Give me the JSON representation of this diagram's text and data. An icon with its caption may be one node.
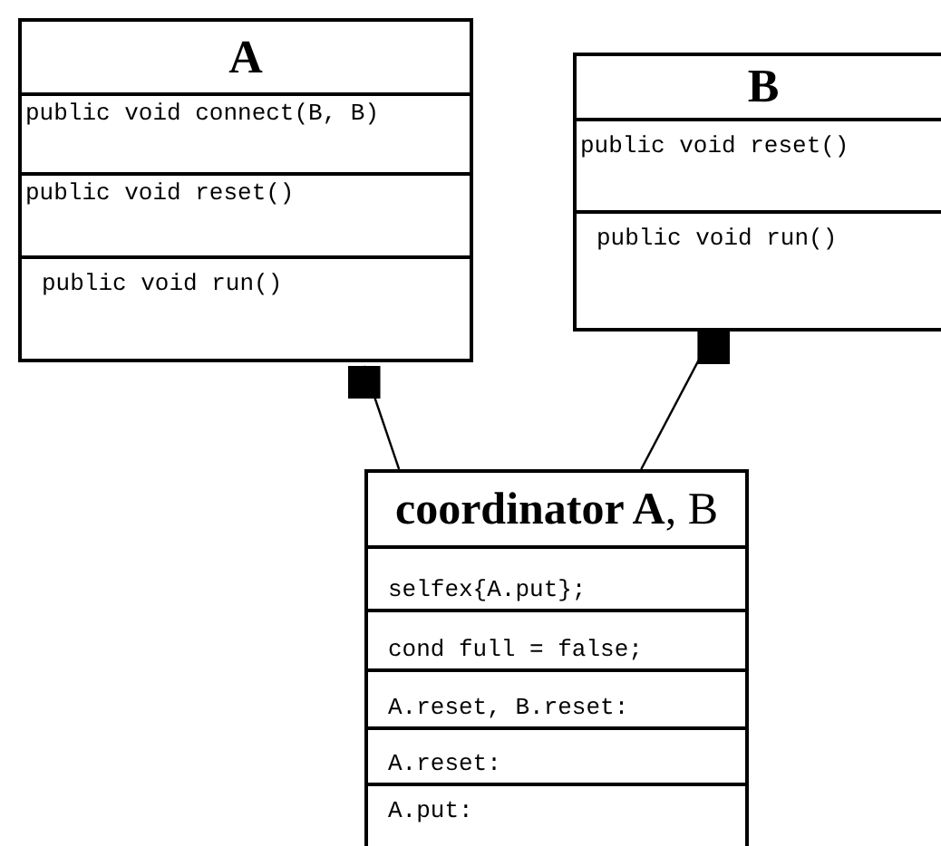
{
  "diagram": {
    "nodes": [
      {
        "text": [
          "A",
          "public void connect(B, B)",
          "public void reset()",
          "public void run()"
        ]
      },
      {
        "text": [
          "B",
          "public void reset()",
          "public void run()"
        ]
      },
      {
        "text": [
          "**coordinator A**, B",
          "selfex{A.put};",
          "cond full = false;",
          "A.reset, B.reset:",
          "A.reset:",
          "A.put:"
        ]
      }
    ],
    "edges": [
      {
        "from": 2,
        "to": 0,
        "arrow": "other"
      },
      {
        "from": 2,
        "to": 1,
        "arrow": "other"
      }
    ]
  }
}
